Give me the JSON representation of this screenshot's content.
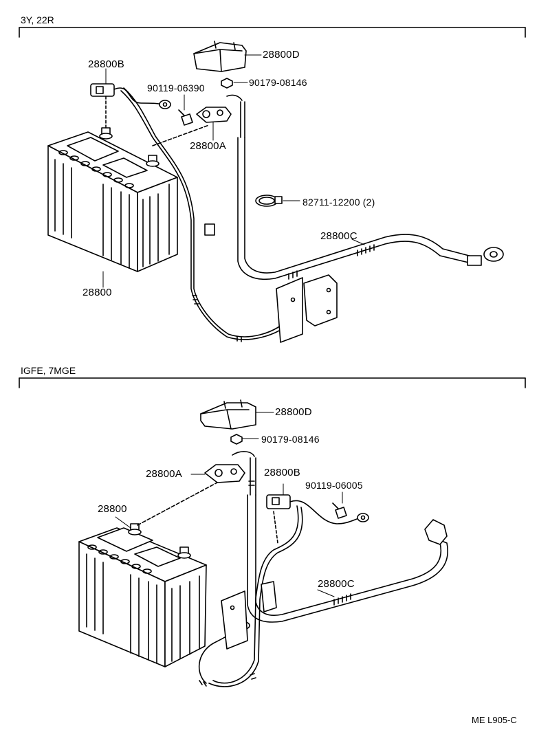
{
  "sections": [
    {
      "heading": "3Y, 22R",
      "labels": {
        "p28800D": "28800D",
        "p28800B": "28800B",
        "bolt": "90119-06390",
        "nut": "90179-08146",
        "p28800A": "28800A",
        "clamp": "82711-12200 (2)",
        "p28800C": "28800C",
        "battery": "28800"
      }
    },
    {
      "heading": "IGFE, 7MGE",
      "labels": {
        "p28800D": "28800D",
        "nut": "90179-08146",
        "p28800A": "28800A",
        "p28800B": "28800B",
        "bolt": "90119-06005",
        "battery": "28800",
        "p28800C": "28800C"
      }
    }
  ],
  "sheet_code": "ME L905-C"
}
